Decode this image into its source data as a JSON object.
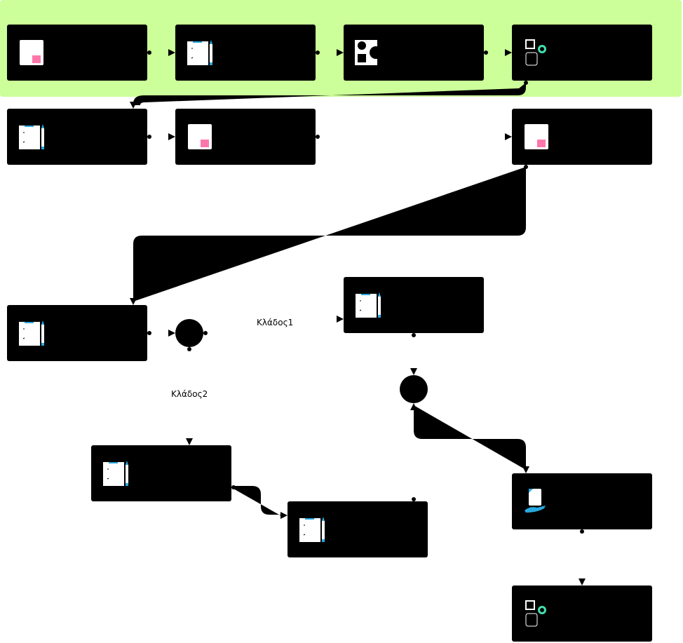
{
  "diagram": {
    "lane_color": "#ccff99",
    "nodes": [
      {
        "id": "n1",
        "icon": "document-icon"
      },
      {
        "id": "n2",
        "icon": "clipboard-icon"
      },
      {
        "id": "n3",
        "icon": "shapes-icon"
      },
      {
        "id": "n4",
        "icon": "database-icon"
      },
      {
        "id": "n5",
        "icon": "clipboard-icon"
      },
      {
        "id": "n6",
        "icon": "document-icon"
      },
      {
        "id": "n7",
        "icon": "document-icon"
      },
      {
        "id": "n8",
        "icon": "clipboard-icon"
      },
      {
        "id": "n9",
        "icon": "clipboard-icon"
      },
      {
        "id": "n10",
        "icon": "clipboard-icon"
      },
      {
        "id": "n11",
        "icon": "clipboard-icon"
      },
      {
        "id": "n12",
        "icon": "hand-document-icon"
      },
      {
        "id": "n13",
        "icon": "database-icon"
      }
    ],
    "branch1_label": "Κλάδος1",
    "branch2_label": "Κλάδος2"
  }
}
